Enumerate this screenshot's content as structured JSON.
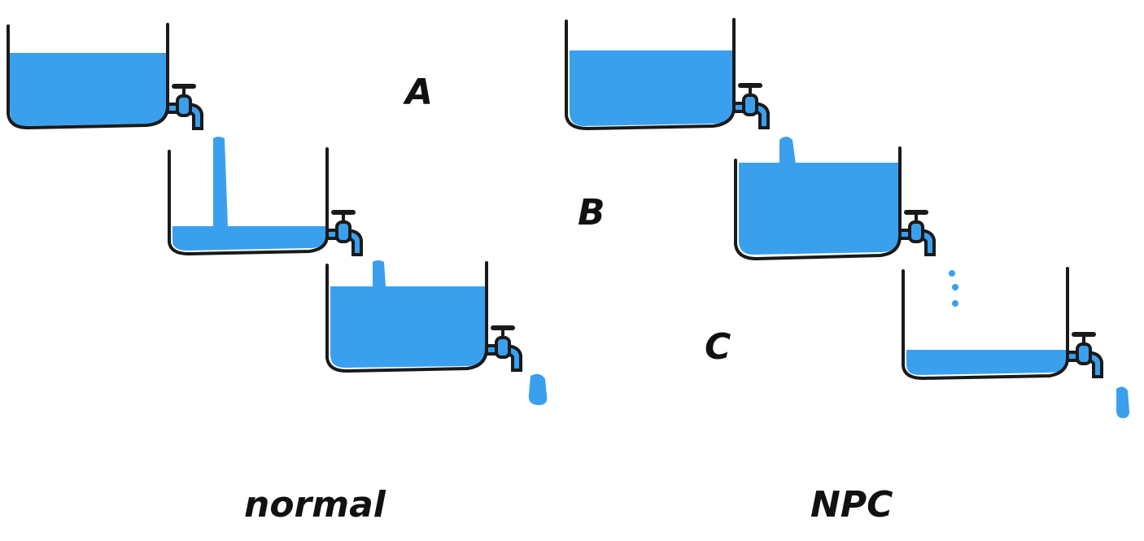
{
  "labels": {
    "a": "A",
    "b": "B",
    "c": "C",
    "left_caption": "normal",
    "right_caption": "NPC"
  },
  "colors": {
    "water": "#3aa0ee",
    "outline": "#1a1a1a",
    "background": "#ffffff"
  },
  "icons": [
    "water-tank-icon",
    "faucet-icon",
    "water-stream-icon",
    "water-drip-icon"
  ]
}
